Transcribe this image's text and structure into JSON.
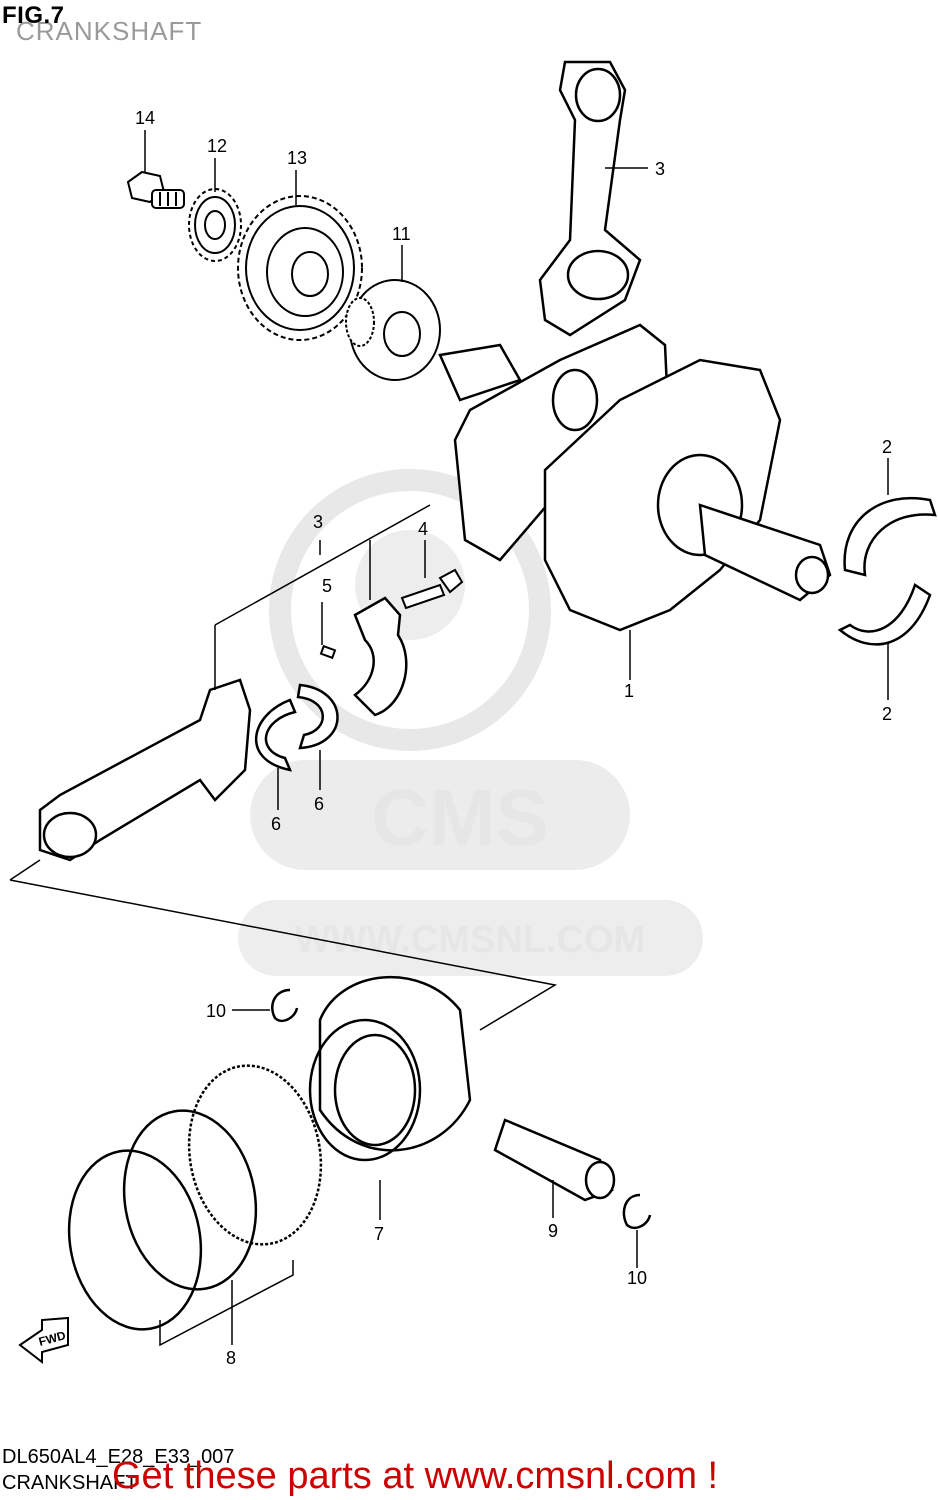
{
  "figure": {
    "title": "FIG.7",
    "subtitle": "CRANKSHAFT",
    "code": "DL650AL4_E28_E33_007",
    "footer_label": "CRANKSHAFT"
  },
  "watermark": {
    "logo_text": "CMS",
    "url": "WWW.CMSNL.COM"
  },
  "promo": "Get these parts at www.cmsnl.com !",
  "fwd_label": "FWD",
  "callouts": [
    "14",
    "12",
    "13",
    "11",
    "3",
    "2",
    "2",
    "1",
    "3",
    "4",
    "5",
    "6",
    "6",
    "10",
    "10",
    "7",
    "9",
    "8"
  ]
}
